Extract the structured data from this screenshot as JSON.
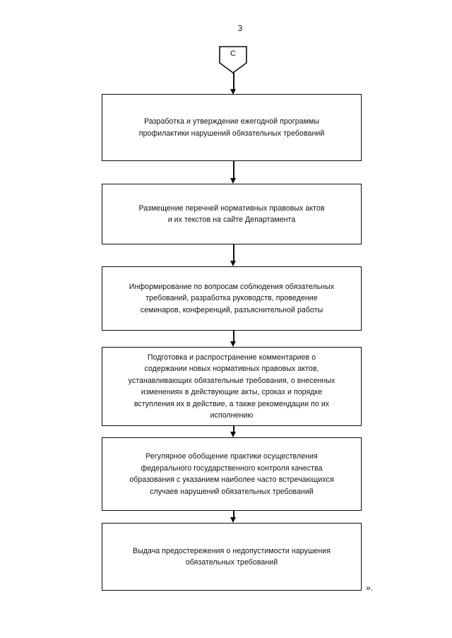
{
  "document": {
    "page_number": "3",
    "closing_quote": "»."
  },
  "flowchart": {
    "connector": {
      "label": "C",
      "shape": "pentagon-down"
    },
    "boxes": [
      {
        "id": "box1",
        "text": "Разработка и утверждение ежегодной программы\nпрофилактики нарушений обязательных требований"
      },
      {
        "id": "box2",
        "text": "Размещение перечней нормативных правовых актов\nи их текстов на сайте Департамента"
      },
      {
        "id": "box3",
        "text": "Информирование  по  вопросам  соблюдения обязательных\nтребований,  разработка   руководств, проведение\nсеминаров, конференций, разъяснительной работы"
      },
      {
        "id": "box4",
        "text": "Подготовка и распространение комментариев    о\nсодержании новых нормативных  правовых  актов,\nустанавливающих обязательные  требования, о внесенных\nизменениях в действующие акты, сроках и порядке\nвступления их в действие, а также рекомендации по  их\nисполнению"
      },
      {
        "id": "box5",
        "text": "Регулярное обобщение практики осуществления\nфедерального государственного контроля качества\nобразования  с  указанием наиболее  часто  встречающихся\nслучаев нарушений  обязательных требований"
      },
      {
        "id": "box6",
        "text": "Выдача предостережения о  недопустимости нарушения\nобязательных требований"
      }
    ],
    "arrows": [
      {
        "id": "arrow0",
        "from": "connector",
        "to": "box1"
      },
      {
        "id": "arrow1",
        "from": "box1",
        "to": "box2"
      },
      {
        "id": "arrow2",
        "from": "box2",
        "to": "box3"
      },
      {
        "id": "arrow3",
        "from": "box3",
        "to": "box4"
      },
      {
        "id": "arrow4",
        "from": "box4",
        "to": "box5"
      },
      {
        "id": "arrow5",
        "from": "box5",
        "to": "box6"
      }
    ]
  },
  "colors": {
    "line": "#0d0d0d",
    "text": "#111111",
    "background": "#ffffff"
  }
}
